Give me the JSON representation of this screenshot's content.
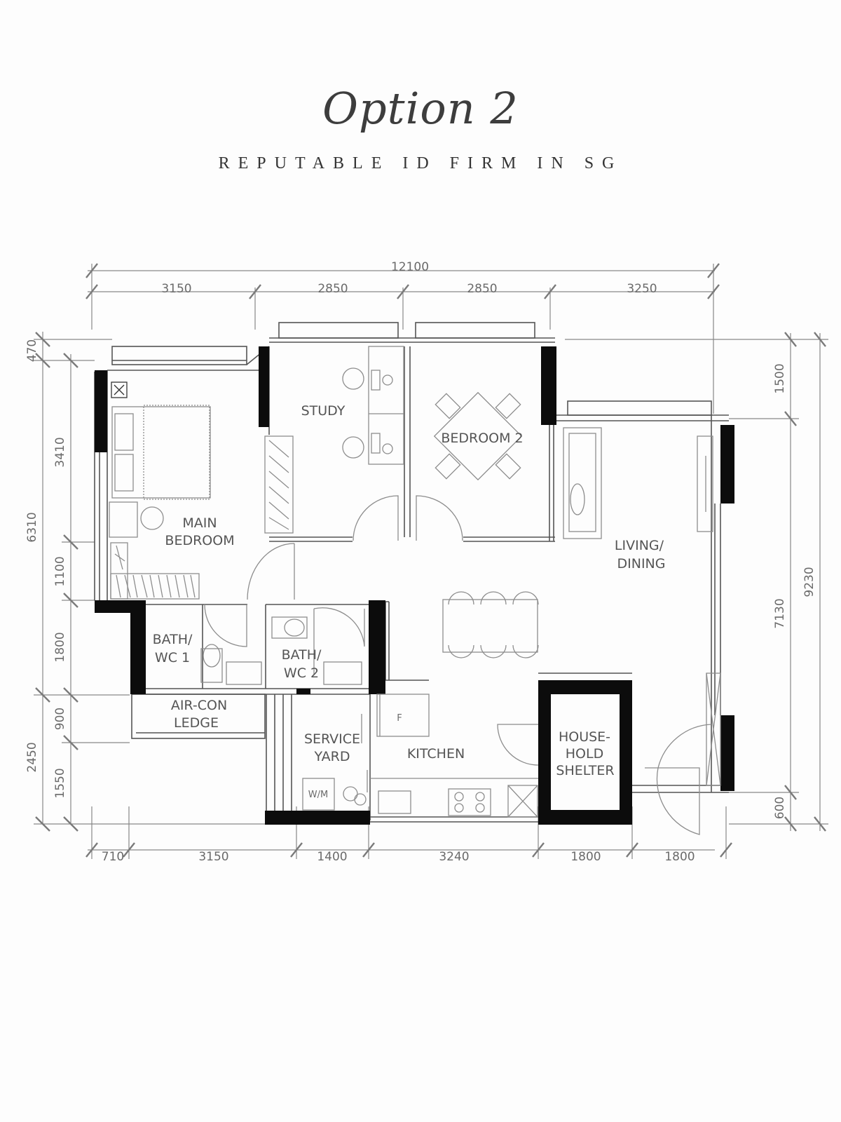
{
  "header": {
    "title": "Option 2",
    "subtitle": "REPUTABLE ID FIRM IN SG"
  },
  "dimensions": {
    "top_total": "12100",
    "top": [
      "3150",
      "2850",
      "2850",
      "3250"
    ],
    "bottom": [
      "710",
      "3150",
      "1400",
      "3240",
      "1800",
      "1800"
    ],
    "left_outer": [
      "470",
      "6310",
      "2450"
    ],
    "left_inner": [
      "3410",
      "1100",
      "1800",
      "900",
      "1550"
    ],
    "right_inner": [
      "1500",
      "7130",
      "600"
    ],
    "right_outer": "9230"
  },
  "rooms": {
    "main_bedroom": [
      "MAIN",
      "BEDROOM"
    ],
    "study": "STUDY",
    "bedroom2": "BEDROOM 2",
    "living_dining": [
      "LIVING/",
      "DINING"
    ],
    "bath1": [
      "BATH/",
      "WC 1"
    ],
    "bath2": [
      "BATH/",
      "WC 2"
    ],
    "aircon": [
      "AIR-CON",
      "LEDGE"
    ],
    "service_yard": [
      "SERVICE",
      "YARD"
    ],
    "kitchen": "KITCHEN",
    "shelter": [
      "HOUSE-",
      "HOLD",
      "SHELTER"
    ],
    "washer": "W/M",
    "fridge": "F"
  }
}
